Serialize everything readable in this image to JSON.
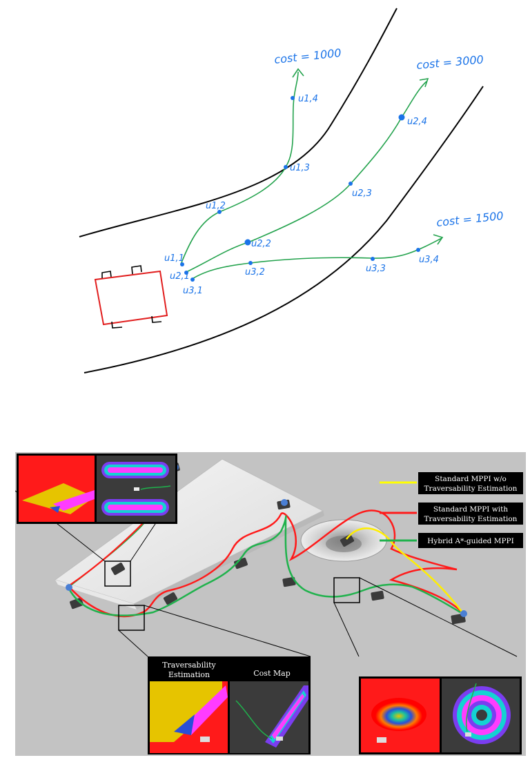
{
  "sketch": {
    "costs": [
      {
        "label": "cost = 1000"
      },
      {
        "label": "cost = 3000"
      },
      {
        "label": "cost = 1500"
      }
    ],
    "points": [
      {
        "label": "u1,1"
      },
      {
        "label": "u1,2"
      },
      {
        "label": "u1,3"
      },
      {
        "label": "u1,4"
      },
      {
        "label": "u2,1"
      },
      {
        "label": "u2,2"
      },
      {
        "label": "u2,3"
      },
      {
        "label": "u2,4"
      },
      {
        "label": "u3,1"
      },
      {
        "label": "u3,2"
      },
      {
        "label": "u3,3"
      },
      {
        "label": "u3,4"
      }
    ]
  },
  "simulation": {
    "legend": [
      {
        "line1": "Standard MPPI w/o",
        "line2": "Traversability Estimation",
        "color": "#ffff00"
      },
      {
        "line1": "Standard MPPI with",
        "line2": "Traversability Estimation",
        "color": "#ff0000"
      },
      {
        "line1": "Hybrid A*-guided MPPI",
        "line2": "",
        "color": "#22b24c"
      }
    ],
    "insets": {
      "traversability_line1": "Traversability",
      "traversability_line2": "Estimation",
      "cost_map": "Cost Map"
    }
  },
  "colors": {
    "road": "#000000",
    "robot": "#e11d1d",
    "trajectory": "#22a24c",
    "points": "#1a73e8",
    "floor": "#c3c3c3"
  }
}
